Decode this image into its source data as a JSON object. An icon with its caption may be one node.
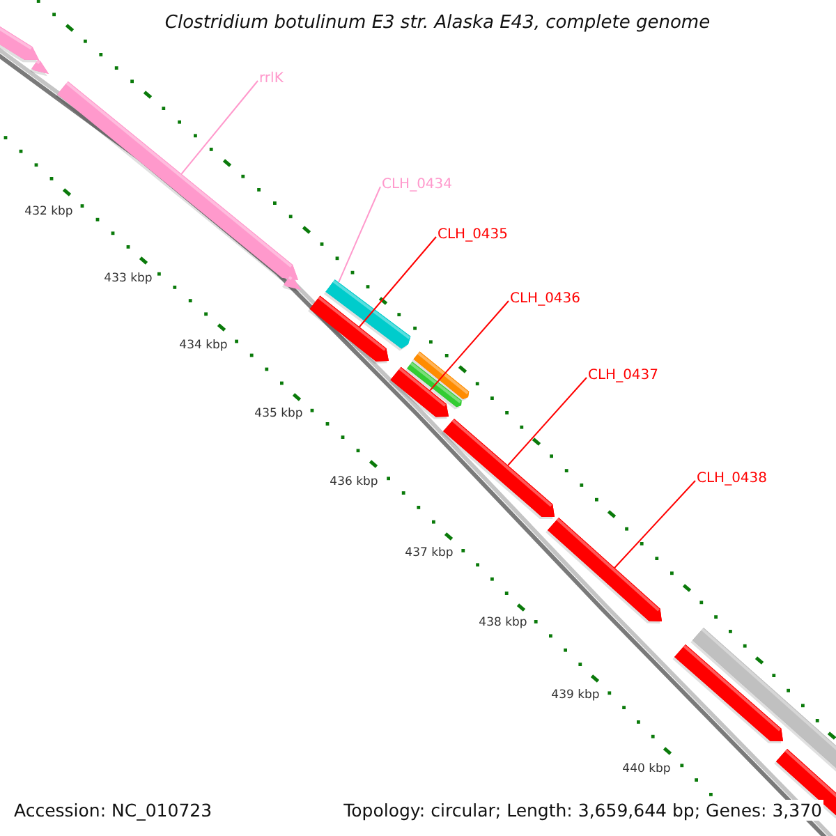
{
  "diagram": {
    "title": "Clostridium botulinum E3 str. Alaska E43, complete genome",
    "nodes": [
      {
        "text": [
          "rrlK"
        ]
      },
      {
        "text": [
          "CLH_0434"
        ]
      },
      {
        "text": [
          "CLH_0435"
        ]
      },
      {
        "text": [
          "CLH_0436"
        ]
      },
      {
        "text": [
          "CLH_0437"
        ]
      },
      {
        "text": [
          "CLH_0438"
        ]
      },
      {
        "text": [],
        "shape": "arrow"
      },
      {
        "text": [],
        "shape": "arrow"
      },
      {
        "text": [],
        "shape": "arrow"
      },
      {
        "text": [],
        "shape": "arrow"
      },
      {
        "text": [],
        "shape": "arrow"
      },
      {
        "text": [],
        "shape": "arrow"
      },
      {
        "text": [],
        "shape": "arrow"
      },
      {
        "text": [],
        "shape": "arrow"
      },
      {
        "text": [],
        "shape": "arrow"
      },
      {
        "text": [],
        "shape": "arrow"
      },
      {
        "text": [],
        "shape": "arrow"
      },
      {
        "text": [],
        "shape": "arrow"
      },
      {
        "text": [],
        "shape": "arrow"
      },
      {
        "text": [],
        "shape": "arrow"
      }
    ],
    "edges": [
      {
        "from": 0,
        "to": 8,
        "arrow": "none",
        "color": "#ff99cc"
      },
      {
        "from": 1,
        "to": 10,
        "arrow": "none",
        "color": "#ff99cc"
      },
      {
        "from": 2,
        "to": 11,
        "arrow": "none"
      },
      {
        "from": 3,
        "to": 14,
        "arrow": "none"
      },
      {
        "from": 4,
        "to": 15,
        "arrow": "none"
      },
      {
        "from": 5,
        "to": 16,
        "arrow": "none"
      }
    ],
    "labels": [
      "432 kbp",
      "433 kbp",
      "434 kbp",
      "435 kbp",
      "436 kbp",
      "437 kbp",
      "438 kbp",
      "439 kbp",
      "440 kbp",
      "Accession: NC_010723",
      "Topology: circular; Length: 3,659,644 bp; Genes: 3,370"
    ]
  }
}
